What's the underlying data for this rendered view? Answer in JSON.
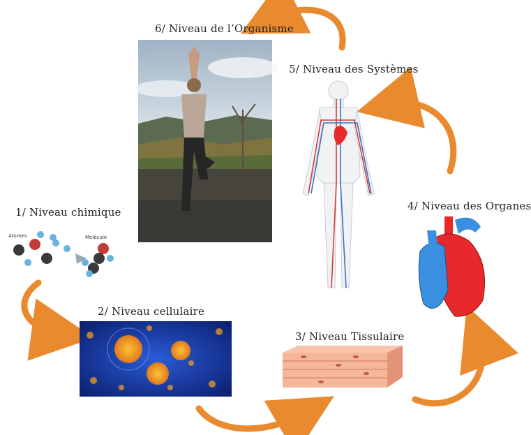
{
  "levels": [
    {
      "id": "chimique",
      "label": "1/ Niveau chimique",
      "sub_labels": {
        "atoms": "Atomes",
        "molecule": "Molécule"
      }
    },
    {
      "id": "cellulaire",
      "label": "2/ Niveau cellulaire"
    },
    {
      "id": "tissulaire",
      "label": "3/ Niveau Tissulaire"
    },
    {
      "id": "organes",
      "label": "4/ Niveau des Organes"
    },
    {
      "id": "systemes",
      "label": "5/ Niveau des Systèmes"
    },
    {
      "id": "organisme",
      "label": "6/ Niveau de l’Organisme"
    }
  ],
  "colors": {
    "arrow": "#e98a2f",
    "heart_red": "#e8282b",
    "heart_blue": "#3a8fe0",
    "cell": "#f7a21c"
  }
}
